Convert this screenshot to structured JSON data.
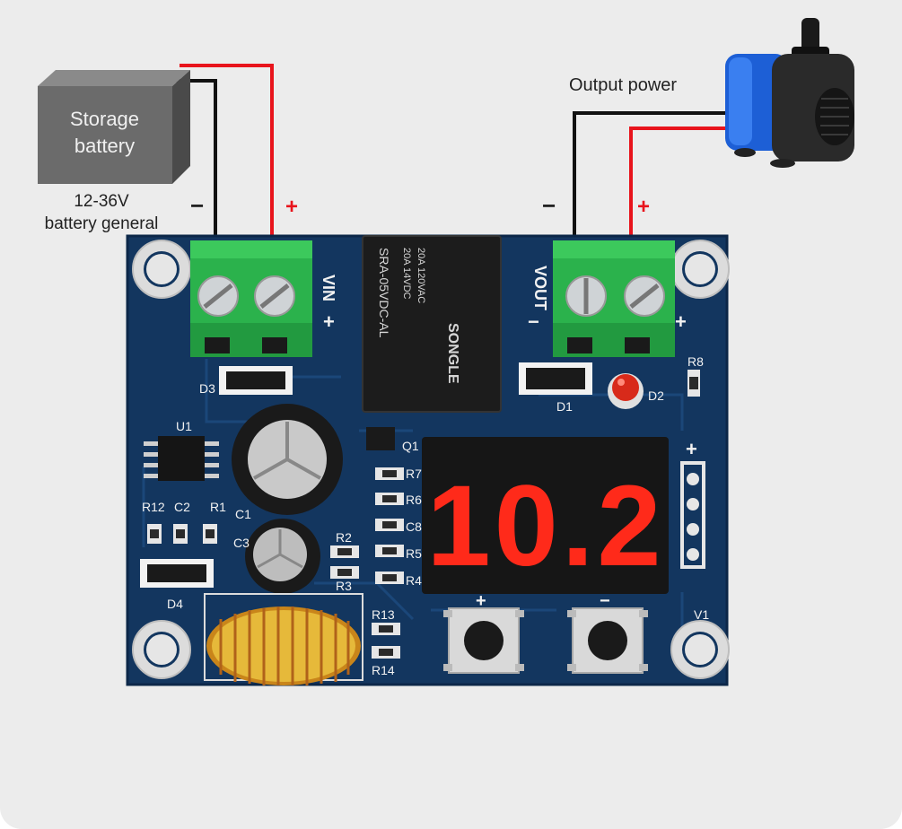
{
  "storage_battery": {
    "label_line1": "Storage",
    "label_line2": "battery"
  },
  "battery_info": {
    "voltage": "12-36V",
    "type": "battery general"
  },
  "output": {
    "label": "Output power"
  },
  "polarity": {
    "minus": "−",
    "plus": "+"
  },
  "relay": {
    "model": "SRA-05VDC-AL",
    "rating1": "20A 14VDC",
    "rating2": "20A 120VAC",
    "brand": "SONGLE"
  },
  "board_labels": {
    "vin": "VIN",
    "vout": "VOUT",
    "d1": "D1",
    "d2": "D2",
    "d3": "D3",
    "d4": "D4",
    "u1": "U1",
    "q1": "Q1",
    "v1": "V1",
    "r1": "R1",
    "r2": "R2",
    "r3": "R3",
    "r4": "R4",
    "r5": "R5",
    "r6": "R6",
    "r7": "R7",
    "r8": "R8",
    "r12": "R12",
    "r13": "R13",
    "r14": "R14",
    "c1": "C1",
    "c2": "C2",
    "c3": "C3",
    "c8": "C8",
    "btn_plus": "+",
    "btn_minus": "−"
  },
  "display": {
    "reading": "10.2",
    "color": "#ff2a1a"
  },
  "colors": {
    "pcb": "#13365f",
    "terminal": "#2bb24c",
    "wire_red": "#e8141c",
    "wire_black": "#111111",
    "pump_blue": "#1d5fd6"
  }
}
